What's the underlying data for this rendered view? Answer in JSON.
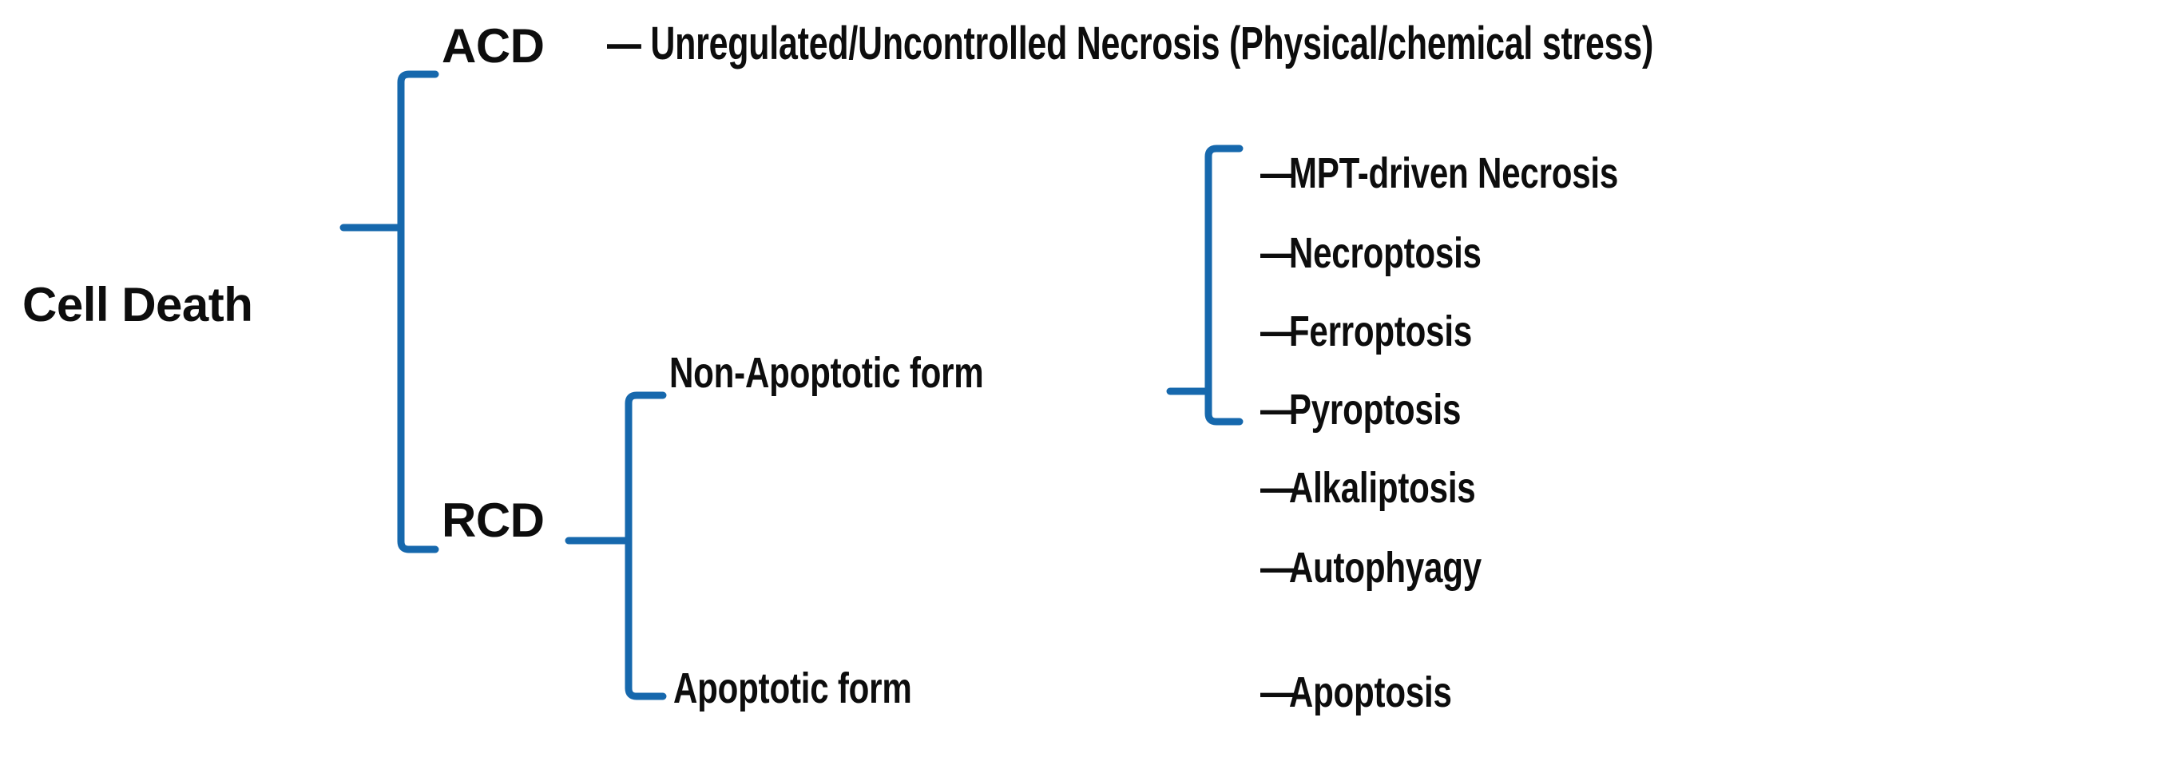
{
  "diagram": {
    "title": "Cell Death classification tree",
    "line_color": "#1668AD",
    "text_color": "#0D0D0D",
    "background": "#FFFFFF",
    "dash": "—"
  },
  "root": {
    "label": "Cell Death"
  },
  "level1": [
    {
      "key": "acd",
      "label": "ACD",
      "detail": "— Unregulated/Uncontrolled Necrosis (Physical/chemical stress)"
    },
    {
      "key": "rcd",
      "label": "RCD"
    }
  ],
  "level2": [
    {
      "key": "non-apoptotic",
      "label": "Non-Apoptotic form"
    },
    {
      "key": "apoptotic",
      "label": "Apoptotic form"
    }
  ],
  "leaves": [
    {
      "dash": "—",
      "label": "MPT-driven Necrosis",
      "parent": "non-apoptotic"
    },
    {
      "dash": "—",
      "label": "Necroptosis",
      "parent": "non-apoptotic"
    },
    {
      "dash": "—",
      "label": "Ferroptosis",
      "parent": "non-apoptotic"
    },
    {
      "dash": "—",
      "label": "Pyroptosis",
      "parent": "non-apoptotic"
    },
    {
      "dash": "—",
      "label": "Alkaliptosis",
      "parent": "non-apoptotic"
    },
    {
      "dash": "—",
      "label": "Autophyagy",
      "parent": "non-apoptotic"
    },
    {
      "dash": "—",
      "label": "Apoptosis",
      "parent": "apoptotic"
    }
  ]
}
